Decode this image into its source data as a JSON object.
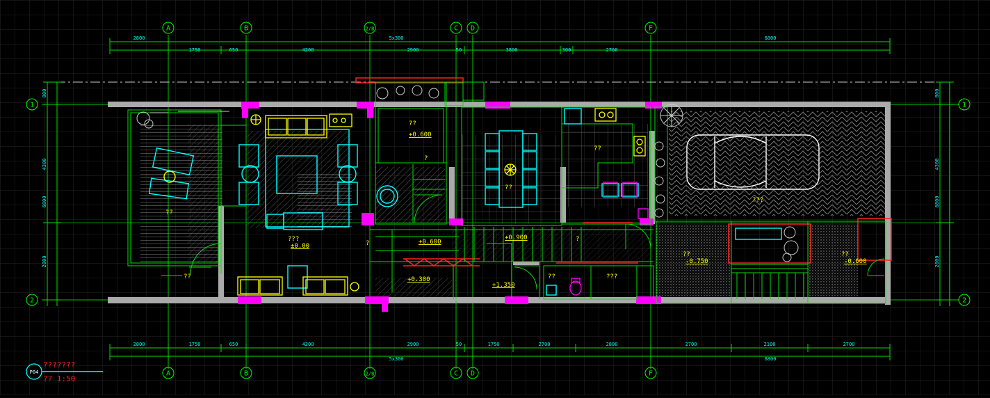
{
  "axes": {
    "columns": [
      "A",
      "B",
      "2/B",
      "C",
      "D",
      "F"
    ],
    "rows": [
      "1",
      "2"
    ]
  },
  "dimensions": {
    "top_outer": [
      "2800",
      "5x300",
      "6800"
    ],
    "top_inner": [
      "1750",
      "650",
      "4200",
      "2900",
      "50",
      "3800",
      "300",
      "2700"
    ],
    "bottom_inner": [
      "2800",
      "1750",
      "650",
      "4200",
      "2900",
      "50",
      "1750",
      "2700",
      "2800",
      "2700",
      "2100",
      "2700"
    ],
    "bottom_outer": [
      "5x300",
      "6800"
    ],
    "left": [
      "800",
      "6800",
      "4300",
      "2000"
    ],
    "right": [
      "800",
      "4300",
      "6800",
      "2000"
    ]
  },
  "rooms": {
    "terrace": "??",
    "living": "???",
    "living_level": "±0.00",
    "stair_hall": "??",
    "stair_hall_level": "+0.600",
    "dining": "??",
    "kitchen": "??",
    "garage": "???",
    "corridor_level": "+0.600",
    "stair_level": "+0.300",
    "hall_level": "+0.900",
    "landing_level": "+1.350",
    "bath": "??",
    "utility": "???",
    "patio": "??",
    "patio_level": "-0.750",
    "yard": "??",
    "yard_level": "-0.600",
    "misc_1": "?",
    "misc_2": "?",
    "misc_3": "?",
    "misc_4": "??"
  },
  "title_block": {
    "badge": "P04",
    "title": "???????",
    "scale": "?? 1:50"
  },
  "colors": {
    "green": "#00ff00",
    "magenta": "#ff00ff",
    "yellow": "#ffff00",
    "cyan": "#00ffff",
    "red": "#ff2020",
    "white": "#ffffff",
    "grid": "#2a2a2a"
  }
}
